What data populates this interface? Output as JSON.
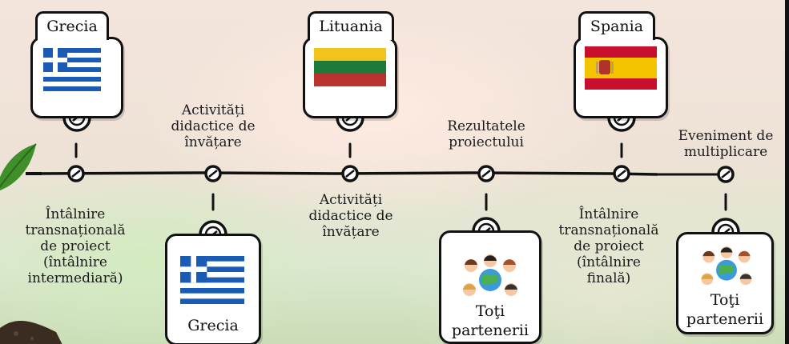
{
  "boxes": {
    "greece_top": {
      "title": "Grecia",
      "flag": "greece-flag"
    },
    "lithuania_top": {
      "title": "Lituania",
      "flag": "lithuania-flag"
    },
    "spain_top": {
      "title": "Spania",
      "flag": "spain-flag"
    },
    "greece_bottom": {
      "title": "Grecia",
      "flag": "greece-flag"
    },
    "partners_a": {
      "title": "Toţi partenerii",
      "line1": "Toţi",
      "line2": "partenerii",
      "icon": "people-globe-icon"
    },
    "partners_b": {
      "title": "Toţi partenerii",
      "line1": "Toţi",
      "line2": "partenerii",
      "icon": "people-globe-icon"
    }
  },
  "labels": {
    "above_2": [
      "Activități",
      "didactice de",
      "învățare"
    ],
    "above_4": [
      "Rezultatele",
      "proiectului"
    ],
    "above_6": [
      "Eveniment de",
      "multiplicare"
    ],
    "below_1": [
      "Întâlnire",
      "transnațională",
      "de proiect",
      "(întâlnire",
      "intermediară)"
    ],
    "below_3": [
      "Activități",
      "didactice de",
      "învățare"
    ],
    "below_5": [
      "Întâlnire",
      "transnațională",
      "de proiect",
      "(întâlnire",
      "finală)"
    ]
  },
  "colors": {
    "line": "#111111",
    "greece_blue": "#1a5bb5",
    "lithuania_yellow": "#f3c21c",
    "lithuania_green": "#1d7a3a",
    "lithuania_red": "#b8322f",
    "spain_red": "#c8102e",
    "spain_yellow": "#f5c400"
  }
}
